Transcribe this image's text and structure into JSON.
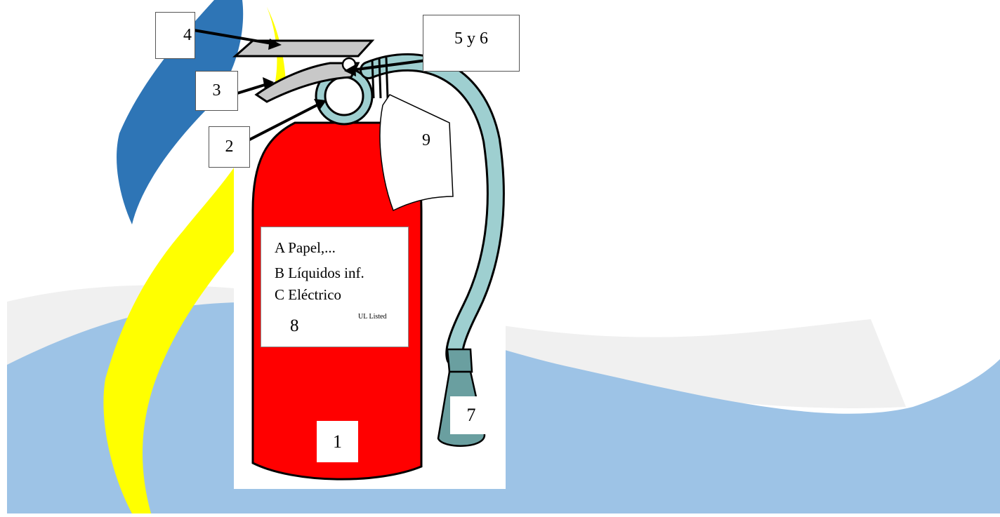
{
  "labels": {
    "n1": "1",
    "n2": "2",
    "n3": "3",
    "n4": "4",
    "n5": "5 y 6",
    "n7": "7",
    "n8": "8",
    "n9": "9"
  },
  "card": {
    "line_a": "A Papel,...",
    "line_b": "B Líquidos inf.",
    "line_c": "C Eléctrico",
    "small": "UL Listed"
  },
  "colors": {
    "background_blue": "#9dc3e6",
    "swoosh_blue": "#2e75b6",
    "swoosh_yellow": "#ffff00",
    "extinguisher_red": "#ff0000",
    "hose": "#9ecfd0",
    "nozzle": "#6a9fa0",
    "handle": "#c8c8c8"
  }
}
